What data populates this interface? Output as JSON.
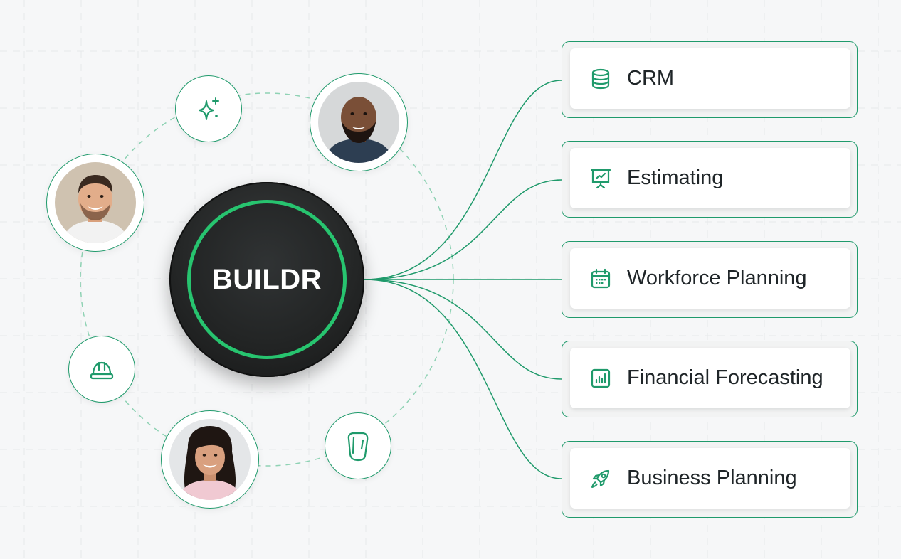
{
  "hub": {
    "label": "BUILDR"
  },
  "modules": [
    {
      "label": "CRM",
      "icon": "database-icon"
    },
    {
      "label": "Estimating",
      "icon": "presentation-chart-icon"
    },
    {
      "label": "Workforce Planning",
      "icon": "calendar-icon"
    },
    {
      "label": "Financial Forecasting",
      "icon": "bar-chart-icon"
    },
    {
      "label": "Business Planning",
      "icon": "rocket-icon"
    }
  ],
  "orbit_nodes": [
    {
      "kind": "icon",
      "icon": "sparkles-icon"
    },
    {
      "kind": "avatar",
      "description": "person-photo"
    },
    {
      "kind": "avatar",
      "description": "person-photo"
    },
    {
      "kind": "icon",
      "icon": "hard-hat-icon"
    },
    {
      "kind": "avatar",
      "description": "person-photo"
    },
    {
      "kind": "icon",
      "icon": "carabiner-icon"
    }
  ],
  "colors": {
    "accent": "#1f9a6b",
    "hub_ring": "#27c46f",
    "hub_body": "#252727",
    "background": "#f6f7f8",
    "text": "#1f2528"
  }
}
